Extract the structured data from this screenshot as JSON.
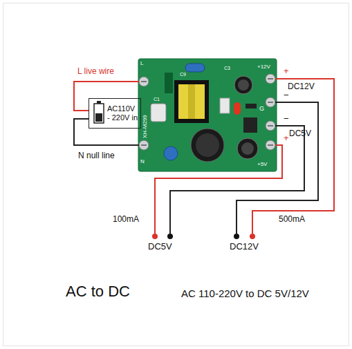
{
  "diagram": {
    "nodes": [
      {
        "text": [
          "AC110V - 220V in"
        ]
      }
    ],
    "labels": [
      "L live wire",
      "+",
      "DC12V",
      "L",
      "C9",
      "C3",
      "+12V",
      "XH-M299",
      "C1",
      "G",
      "−",
      "−",
      "DC5V",
      "N null line",
      "N",
      "+5V",
      "+",
      "100mA",
      "500mA",
      "DC5V",
      "DC12V",
      "AC to DC",
      "AC 110-220V to DC 5V/12V"
    ]
  }
}
